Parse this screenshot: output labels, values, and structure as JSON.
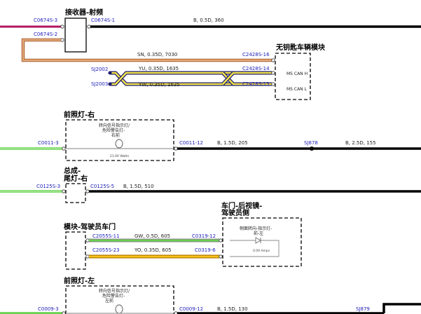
{
  "modules": {
    "receiver": "接收器-射频",
    "keyless": "无钥匙车辆模块",
    "headlamp_right": "前照灯-右",
    "headlamp_right_inner": [
      "转向信号指示灯/",
      "危险警告灯-",
      "右前"
    ],
    "headlamp_right_value": "21.00 Watts",
    "tail_right": [
      "总成-",
      "尾灯-右"
    ],
    "driver_door": "模块-驾驶员车门",
    "mirror": [
      "车门-后视镜-",
      "驾驶员侧"
    ],
    "mirror_inner": [
      "侧面转向-指示灯-",
      "前-左"
    ],
    "mirror_value": "0.09 Amps",
    "headlamp_left": "前照灯-左",
    "headlamp_left_inner": [
      "转向信号指示灯/",
      "危险警告灯-",
      "左前"
    ],
    "can_h": "MS CAN H",
    "can_l": "MS CAN L"
  },
  "connectors": {
    "c0674s3": "C0674S-3",
    "c0674s1": "C0674S-1",
    "c0674s2": "C0674S-2",
    "c2428s16": "C2428S-16",
    "c2428s14": "C2428S-14",
    "c2428s13": "C2428S-13",
    "sj2002": "SJ2002",
    "sj2003": "SJ2003",
    "c0011_3": "C0011-3",
    "c0011_12": "C0011-12",
    "sj878": "SJ878",
    "c0125s3": "C0125S-3",
    "c0125s5": "C0125S-5",
    "c2055s11": "C2055S-11",
    "c0319_12": "C0319-12",
    "c2055s23": "C2055S-23",
    "c0319_6": "C0319-6",
    "c0009_3": "C0009-3",
    "c0009_12": "C0009-12",
    "sj879": "SJ879"
  },
  "wires": {
    "w1": "B, 0.5D, 360",
    "w2": "SN, 0.35D, 7030",
    "w3": "YU, 0.35D, 1635",
    "w4": "YW, 0.35D, 1635",
    "w5": "B, 1.5D, 205",
    "w6": "B, 2.5D, 155",
    "w7": "B, 1.5D, 510",
    "w8": "GW, 0.5D, 605",
    "w9": "YO, 0.35D, 605",
    "w10": "B, 1.5D, 130"
  },
  "colors": {
    "black": "#000000",
    "red": "#b0155e",
    "brown_tan": "#c7875a",
    "yellow": "#f3e24b",
    "navy": "#1b1b6e",
    "green": "#66d24b",
    "grey": "#9a9a9a",
    "orange": "#e6a000",
    "connector_text": "#1b1bb8"
  }
}
